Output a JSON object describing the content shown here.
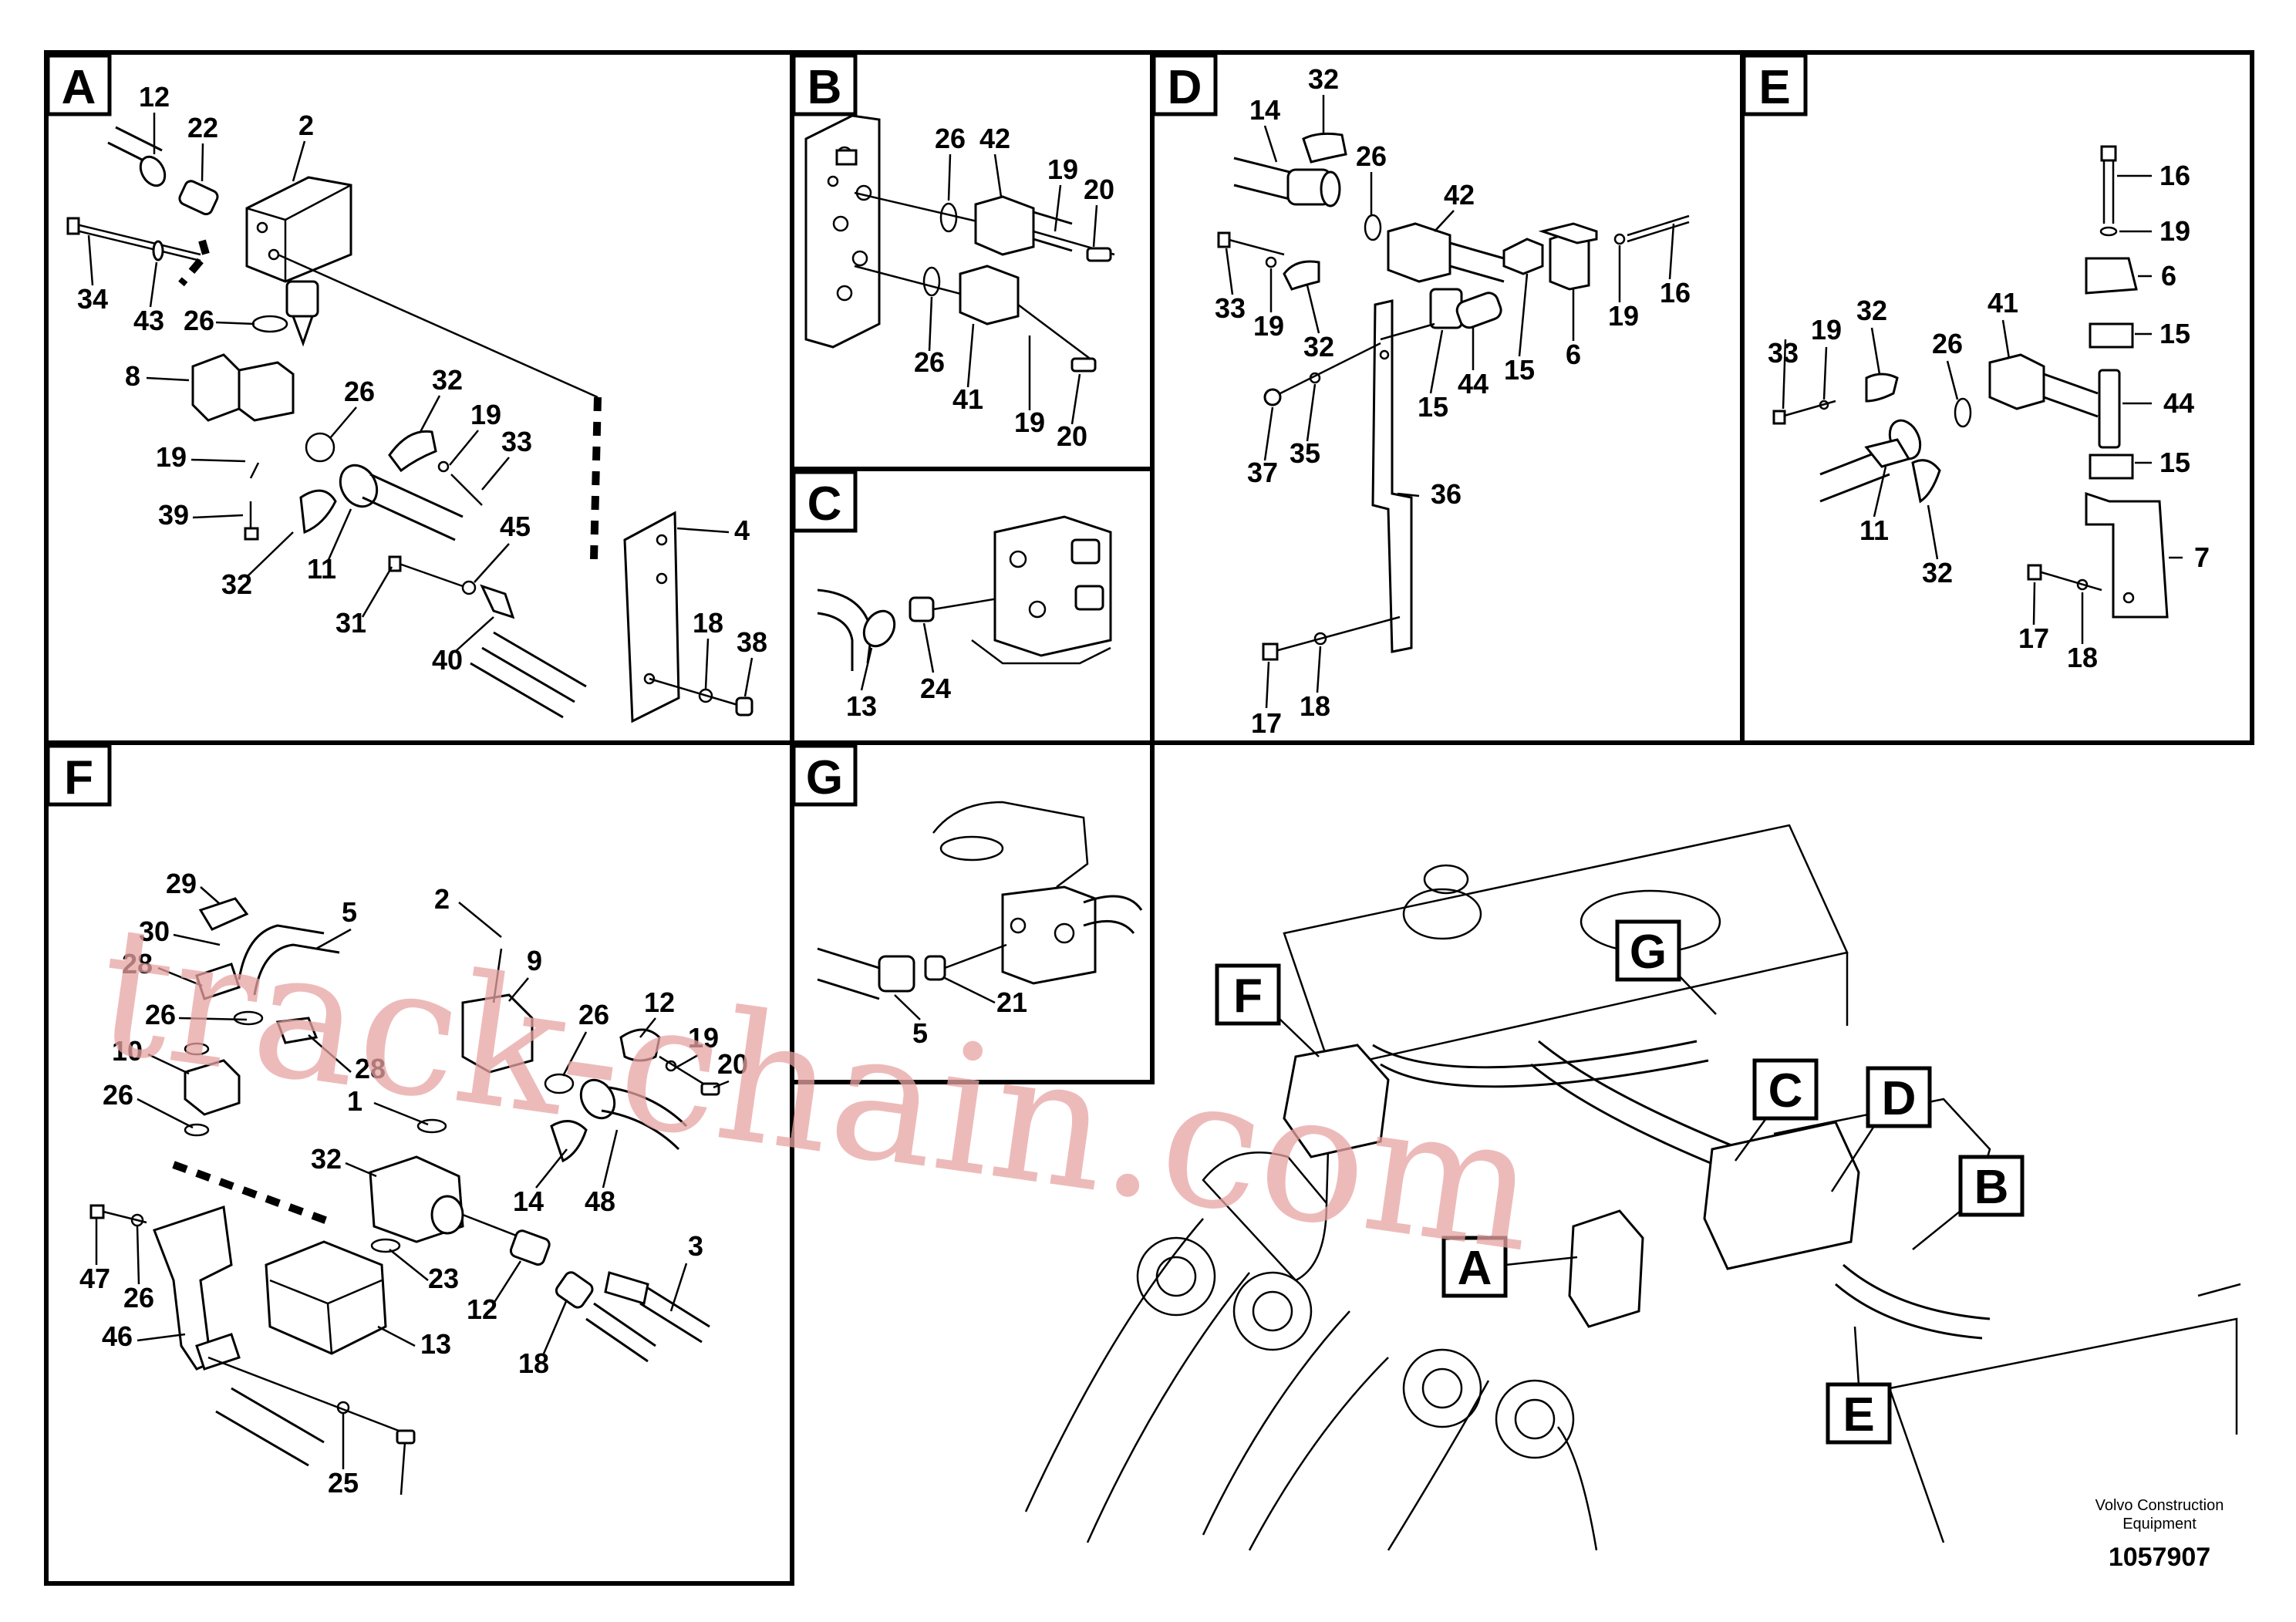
{
  "panels": {
    "A": {
      "label": "A",
      "callouts": [
        "12",
        "22",
        "2",
        "34",
        "43",
        "26",
        "8",
        "26",
        "32",
        "19",
        "33",
        "19",
        "39",
        "32",
        "11",
        "45",
        "31",
        "40",
        "4",
        "18",
        "38"
      ]
    },
    "B": {
      "label": "B",
      "callouts": [
        "26",
        "42",
        "19",
        "20",
        "26",
        "41",
        "19",
        "20"
      ]
    },
    "C": {
      "label": "C",
      "callouts": [
        "13",
        "24"
      ]
    },
    "D": {
      "label": "D",
      "callouts": [
        "32",
        "14",
        "26",
        "42",
        "33",
        "19",
        "32",
        "16",
        "19",
        "6",
        "15",
        "44",
        "15",
        "37",
        "35",
        "36",
        "17",
        "18"
      ]
    },
    "E": {
      "label": "E",
      "callouts": [
        "16",
        "19",
        "6",
        "33",
        "19",
        "32",
        "41",
        "26",
        "15",
        "44",
        "15",
        "11",
        "32",
        "7",
        "17",
        "18"
      ]
    },
    "F": {
      "label": "F",
      "callouts": [
        "29",
        "30",
        "28",
        "5",
        "2",
        "9",
        "26",
        "10",
        "26",
        "28",
        "12",
        "19",
        "20",
        "26",
        "1",
        "32",
        "14",
        "48",
        "47",
        "26",
        "23",
        "12",
        "3",
        "46",
        "13",
        "18",
        "25"
      ]
    },
    "G": {
      "label": "G",
      "callouts": [
        "5",
        "21"
      ]
    }
  },
  "overview": {
    "labels": [
      "F",
      "G",
      "C",
      "D",
      "B",
      "A",
      "E"
    ]
  },
  "watermark": "track-chain.com",
  "footer": {
    "company_line1": "Volvo Construction",
    "company_line2": "Equipment",
    "doc_number": "1057907"
  }
}
